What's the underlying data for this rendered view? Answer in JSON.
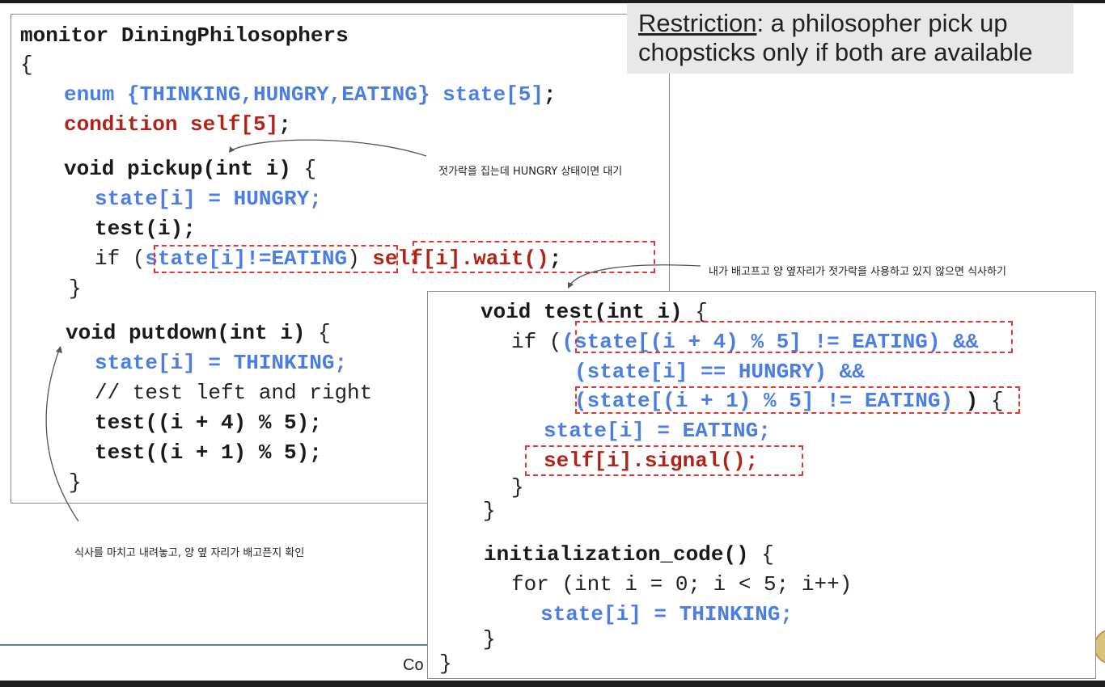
{
  "restriction": {
    "label": "Restriction",
    "text": ": a philosopher pick up",
    "line2": "chopsticks only if both are available"
  },
  "left_code": {
    "l1": {
      "kw": "monitor DiningPhilosophers"
    },
    "l2": {
      "t": "{"
    },
    "l3": {
      "a": "enum {THINKING,HUNGRY,EATING} state[5]",
      "b": ";"
    },
    "l4": {
      "a": "condition self[5]",
      "b": ";"
    },
    "l5": {
      "a": "void pickup(int i) ",
      "b": "{"
    },
    "l6": {
      "a": "state[i] = HUNGRY;"
    },
    "l7": {
      "a": "test(i);"
    },
    "l8": {
      "a": "if (",
      "b": "state[i]!=EATING",
      "c": ") ",
      "d": "self[i].wait()",
      "e": ";"
    },
    "l9": {
      "t": "}"
    },
    "l10": {
      "a": "void putdown(int i) ",
      "b": "{"
    },
    "l11": {
      "a": "state[i] = THINKING;"
    },
    "l12": {
      "a": "// test left and right"
    },
    "l13": {
      "a": "test((i + 4) % 5);"
    },
    "l14": {
      "a": "test((i + 1) % 5);"
    },
    "l15": {
      "t": "}"
    }
  },
  "right_code": {
    "l1": {
      "a": "void test(int i) ",
      "b": "{"
    },
    "l2": {
      "a": "if (",
      "b": "(state[(i + 4) % 5] != EATING)",
      "c": " &&"
    },
    "l3": {
      "a": "(state[i] == HUNGRY) &&"
    },
    "l4": {
      "a": "(state[(i + 1) % 5] != EATING)",
      "b": " ) ",
      "c": "{"
    },
    "l5": {
      "a": "state[i] = EATING;"
    },
    "l6": {
      "a": "self[i].signal();"
    },
    "l7": {
      "t": "}"
    },
    "l8": {
      "t": "}"
    },
    "l9": {
      "a": "initialization_code() ",
      "b": "{"
    },
    "l10": {
      "a": "for (int i = 0; i < 5; i++)"
    },
    "l11": {
      "a": "state[i] = THINKING;"
    },
    "l12": {
      "t": "}"
    },
    "l13": {
      "t": "}"
    }
  },
  "notes": {
    "pickup": "젓가락을 집는데 HUNGRY 상태이면 대기",
    "test": "내가 배고프고 양 옆자리가 젓가락을 사용하고 있지 않으면  식사하기",
    "putdown": "식사를 마치고 내려놓고, 양 옆 자리가 배고픈지 확인"
  },
  "footer": {
    "copyright": "Co"
  }
}
